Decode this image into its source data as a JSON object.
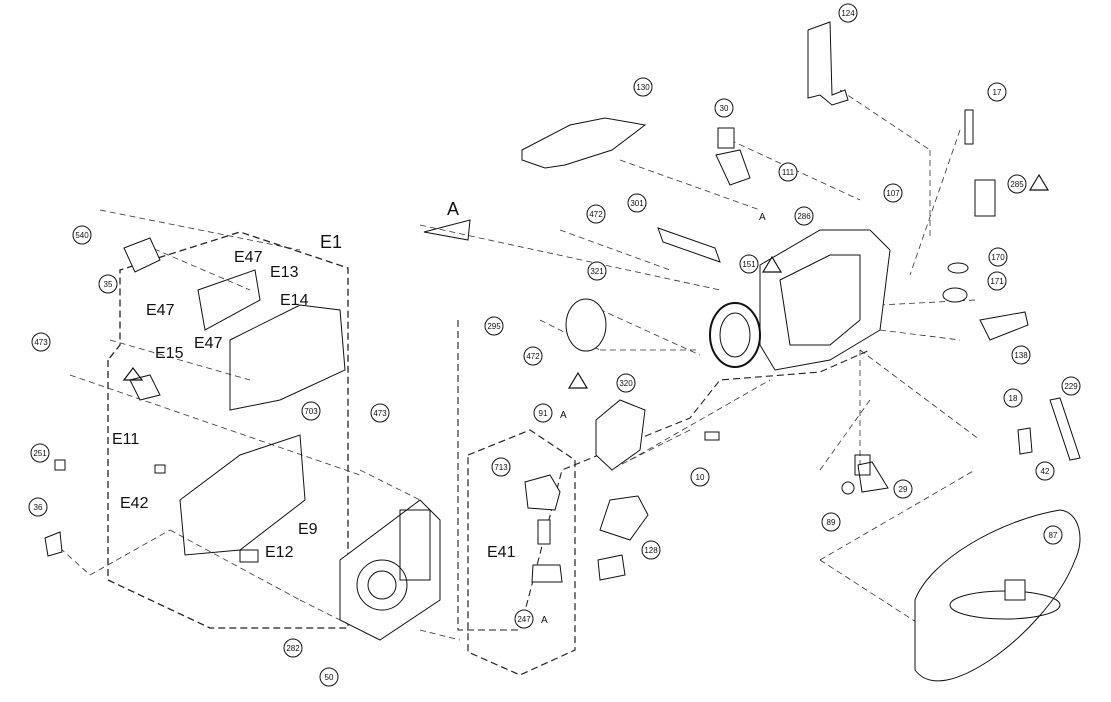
{
  "diagram": {
    "section_labels": [
      "A",
      "E1"
    ],
    "callouts": [
      "124",
      "130",
      "30",
      "17",
      "111",
      "107",
      "285",
      "286",
      "301",
      "151",
      "170",
      "171",
      "540",
      "35",
      "473",
      "321",
      "295",
      "472",
      "472",
      "320",
      "138",
      "91",
      "703",
      "713",
      "10",
      "18",
      "229",
      "42",
      "251",
      "36",
      "29",
      "89",
      "87",
      "128",
      "247",
      "282",
      "50"
    ],
    "codes": [
      "E47",
      "E13",
      "E14",
      "E47",
      "E15",
      "E47",
      "E11",
      "E42",
      "E9",
      "E12",
      "E41"
    ],
    "ref_letters": [
      "A",
      "A",
      "A"
    ]
  }
}
